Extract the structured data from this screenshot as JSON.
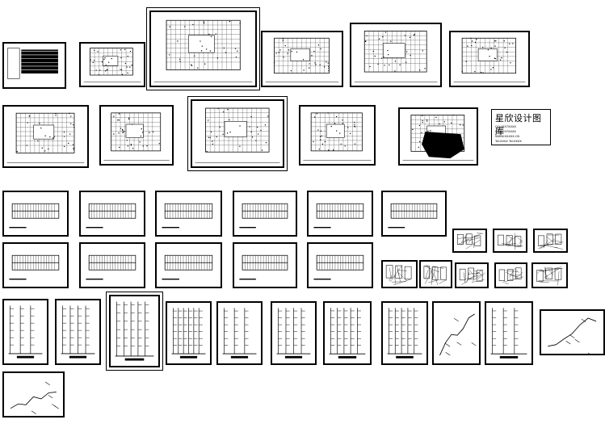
{
  "viewer": {
    "brand_block": {
      "title": "星欣设计图库",
      "lines": [
        "QQ:4657XXXX",
        "QQ:9097XXXX",
        "WWW.XXXXX.CN",
        "Tel:XXXX Tel:XXXX"
      ]
    }
  }
}
